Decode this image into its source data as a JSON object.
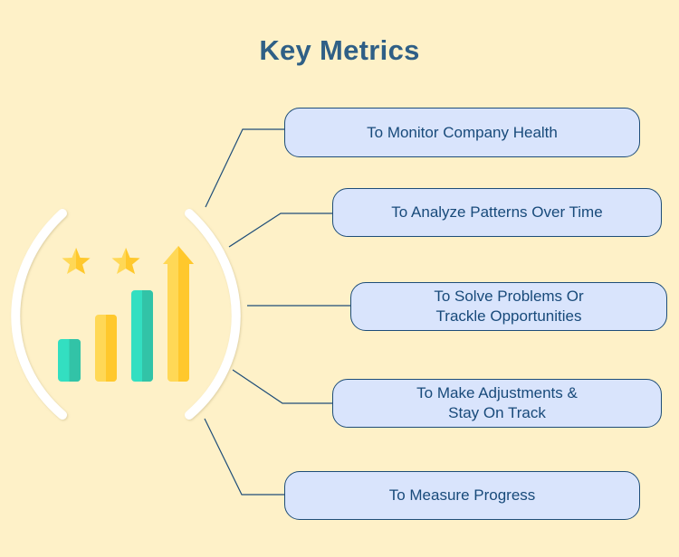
{
  "title": "Key Metrics",
  "colors": {
    "background": "#fef1c8",
    "title": "#2f5f86",
    "box_fill": "#d9e4fc",
    "box_border": "#1e4d78",
    "box_text": "#184a7a",
    "connector": "#1e4d78",
    "teal": "#33dfc1",
    "teal_shade": "#32c3a7",
    "yellow": "#ffd856",
    "yellow_shade": "#ffc82c",
    "bracket": "#ffffff"
  },
  "central_icon": {
    "name": "growth-chart-with-stars",
    "elements": [
      "star",
      "star",
      "bar-short-teal",
      "bar-medium-yellow",
      "bar-tall-teal",
      "arrow-up-yellow"
    ]
  },
  "items": [
    {
      "label": "To Monitor Company Health"
    },
    {
      "label": "To Analyze Patterns Over Time"
    },
    {
      "label": "To Solve Problems Or\nTrackle Opportunities"
    },
    {
      "label": "To Make Adjustments &\nStay On Track"
    },
    {
      "label": "To Measure Progress"
    }
  ]
}
